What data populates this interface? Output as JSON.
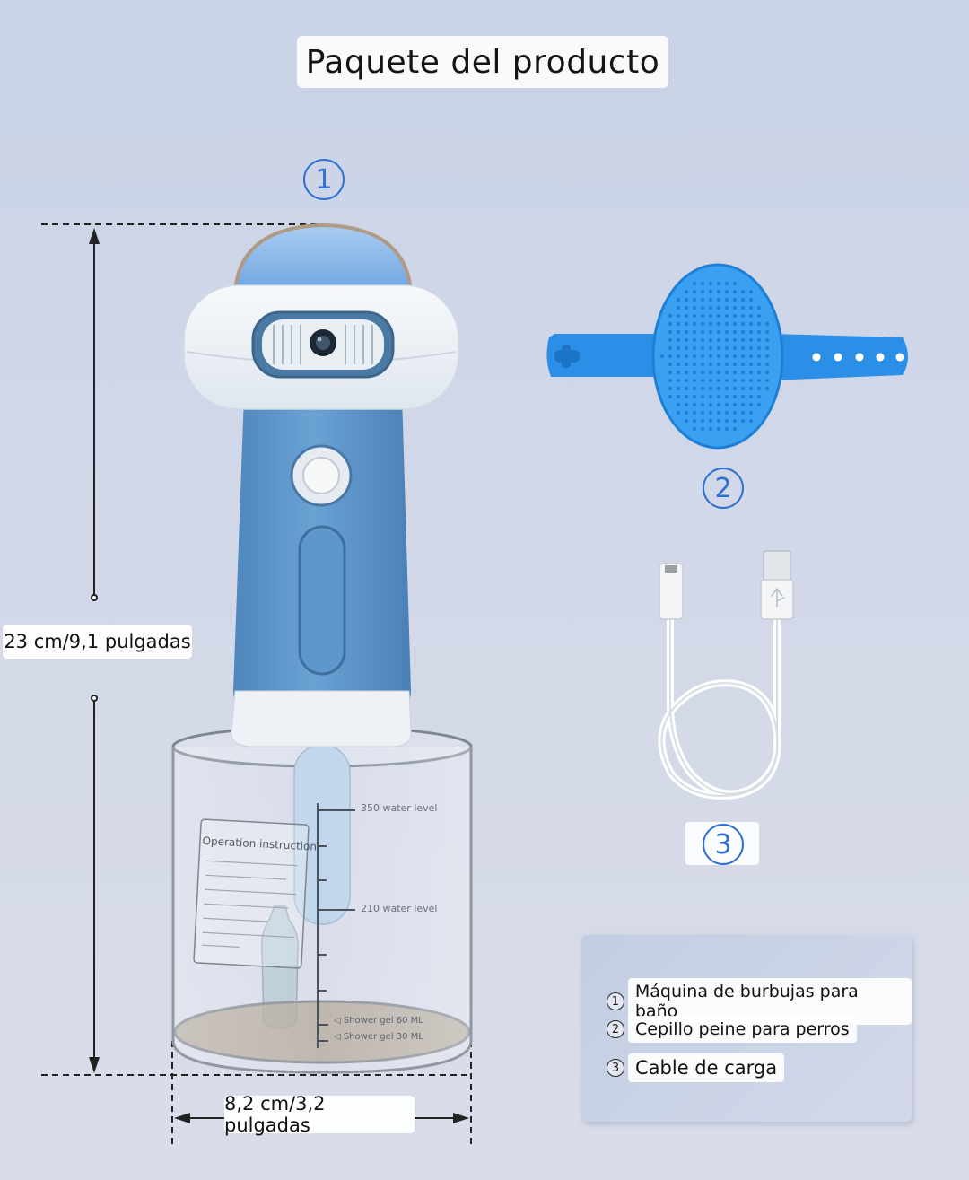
{
  "title": "Paquete del producto",
  "markers": {
    "one": "1",
    "two": "2",
    "three": "3"
  },
  "dimensions": {
    "height_label": "23 cm/9,1 pulgadas",
    "width_label": "8,2 cm/3,2 pulgadas"
  },
  "cup_print": {
    "instruction_title": "Operation instruction",
    "level_350": "350 water level",
    "level_210": "210 water level",
    "gel_60": "◁ Shower gel 60 ML",
    "gel_30": "◁ Shower gel 30 ML"
  },
  "legend": {
    "items": [
      {
        "num": "1",
        "label": "Máquina de burbujas para baño"
      },
      {
        "num": "2",
        "label": "Cepillo peine para perros"
      },
      {
        "num": "3",
        "label": "Cable de carga"
      }
    ]
  },
  "colors": {
    "accent": "#2e6fd0",
    "device_blue": "#5b95c8",
    "brush_blue": "#2b8fe8"
  }
}
